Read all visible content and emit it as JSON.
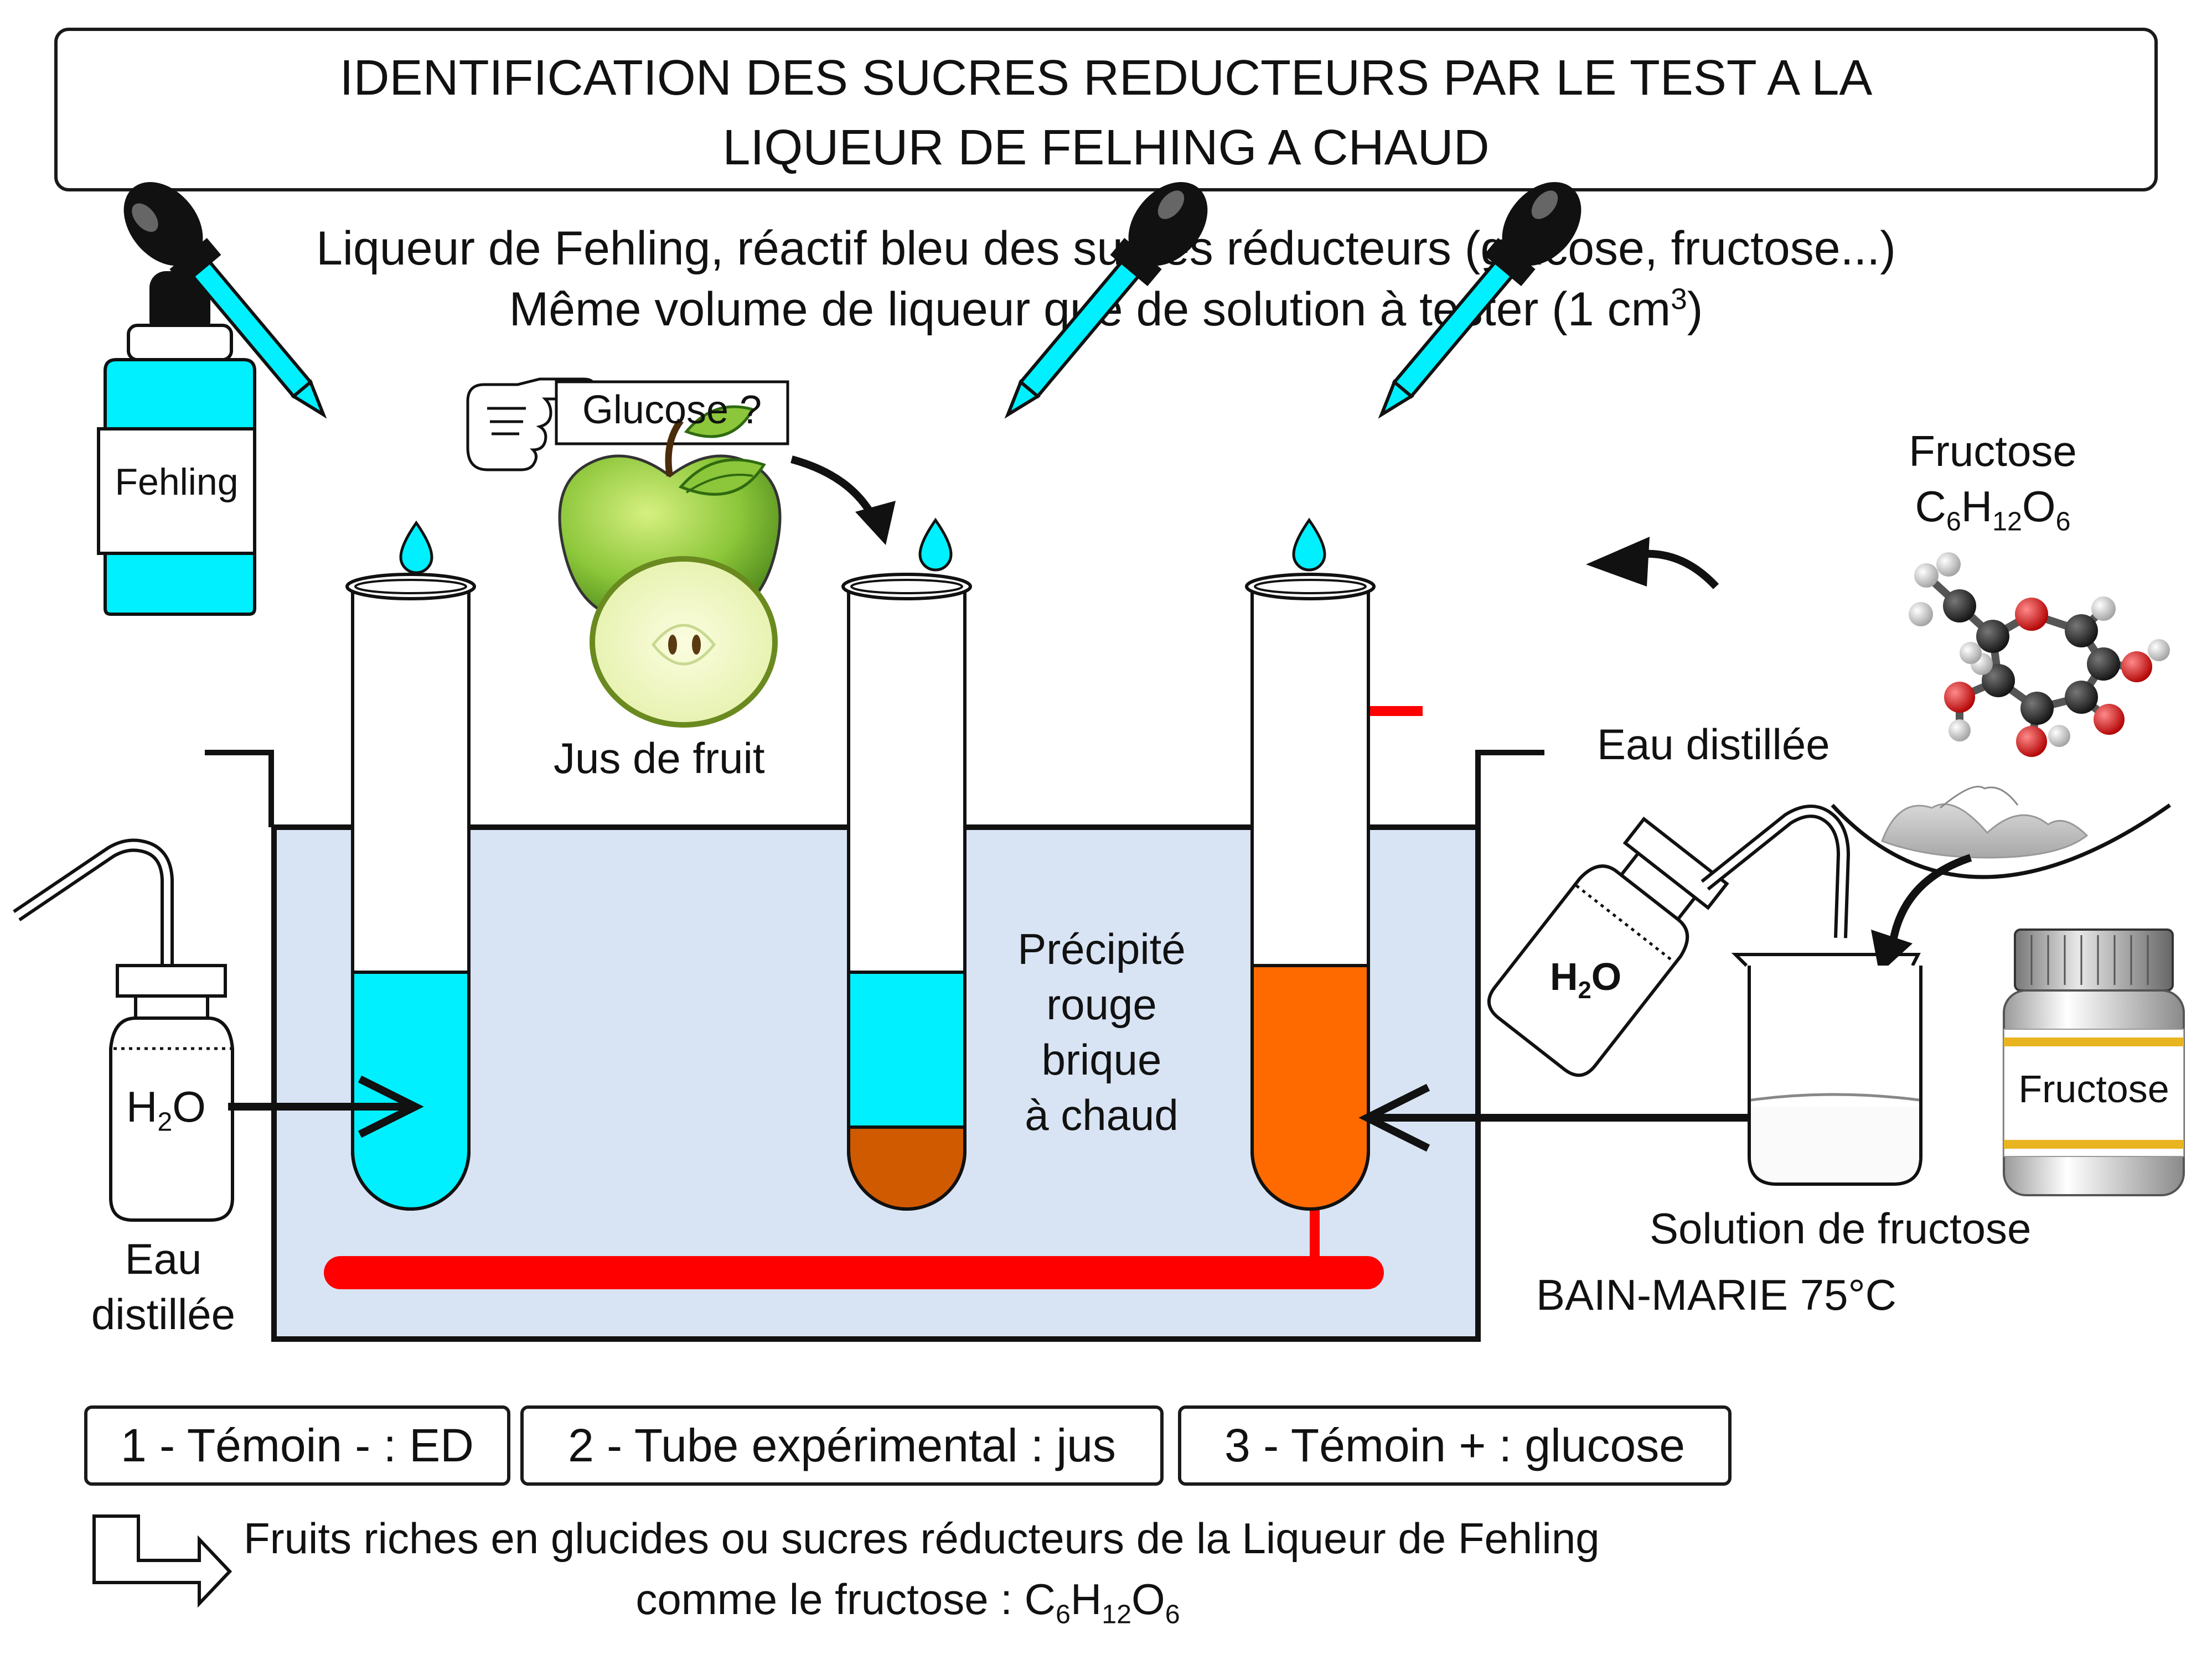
{
  "title": {
    "line1": "IDENTIFICATION DES SUCRES REDUCTEURS PAR LE TEST A LA",
    "line2": "LIQUEUR DE FELHING A CHAUD"
  },
  "intro": {
    "line1": "Liqueur de Fehling, réactif bleu des sucres réducteurs (glucose, fructose...)",
    "line2_prefix": "Même volume de liqueur que de solution à tester (1 cm",
    "line2_sup": "3",
    "line2_suffix": ")"
  },
  "labels": {
    "fehling_bottle": "Fehling",
    "glucose_question": "Glucose ?",
    "fruit_juice": "Jus de fruit",
    "fructose_title": "Fructose",
    "formula_c": "C",
    "formula_c_n": "6",
    "formula_h": "H",
    "formula_h_n": "12",
    "formula_o": "O",
    "formula_o_n": "6",
    "distilled_water_right": "Eau  distillée",
    "h2o": "H",
    "h2o_sub": "2",
    "h2o_o": "O",
    "precipitate_line1": "Précipité",
    "precipitate_line2": "rouge",
    "precipitate_line3": "brique",
    "precipitate_line4": "à chaud",
    "fructose_jar": "Fructose",
    "fructose_solution": "Solution de fructose",
    "bain_marie": "BAIN-MARIE 75°C",
    "distilled_water_left_1": "Eau",
    "distilled_water_left_2": "distillée"
  },
  "tube_labels": [
    "1 - Témoin - : ED",
    "2 - Tube expérimental : jus",
    "3 - Témoin + :  glucose"
  ],
  "conclusion": {
    "line1": "Fruits riches en glucides ou sucres réducteurs de la Liqueur de Fehling",
    "line2_prefix": "comme le fructose : "
  },
  "colors": {
    "fehling_blue": "#00f0ff",
    "brick_red": "#d05a00",
    "orange_precipitate": "#ff6a00",
    "water_bath": "#d8e4f4",
    "heater_red": "#ff0000"
  },
  "icons": [
    "fehling-bottle-icon",
    "dropper-icon",
    "pointing-hand-icon",
    "apple-icon",
    "test-tube-icon",
    "wash-bottle-icon",
    "molecule-icon",
    "beaker-icon",
    "jar-icon",
    "hollow-arrow-icon"
  ]
}
